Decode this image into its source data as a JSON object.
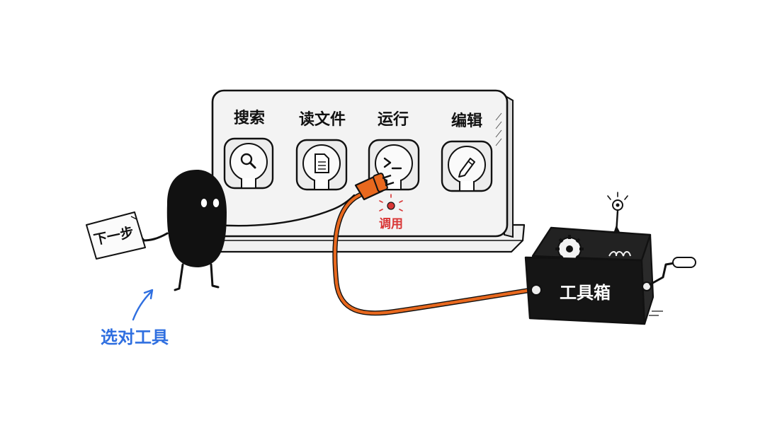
{
  "panel": {
    "sockets": [
      {
        "label": "搜索",
        "icon": "magnifier-icon"
      },
      {
        "label": "读文件",
        "icon": "document-icon"
      },
      {
        "label": "运行",
        "icon": "terminal-icon"
      },
      {
        "label": "编辑",
        "icon": "pencil-icon"
      }
    ],
    "active_label": "调用"
  },
  "character": {
    "sign_text": "下一步",
    "annotation": "选对工具"
  },
  "toolbox": {
    "label": "工具箱"
  },
  "colors": {
    "cable": "#E8681E",
    "plug": "#E8681E",
    "signal": "#D93636",
    "annotation": "#2F6FE0",
    "ink": "#111111"
  }
}
